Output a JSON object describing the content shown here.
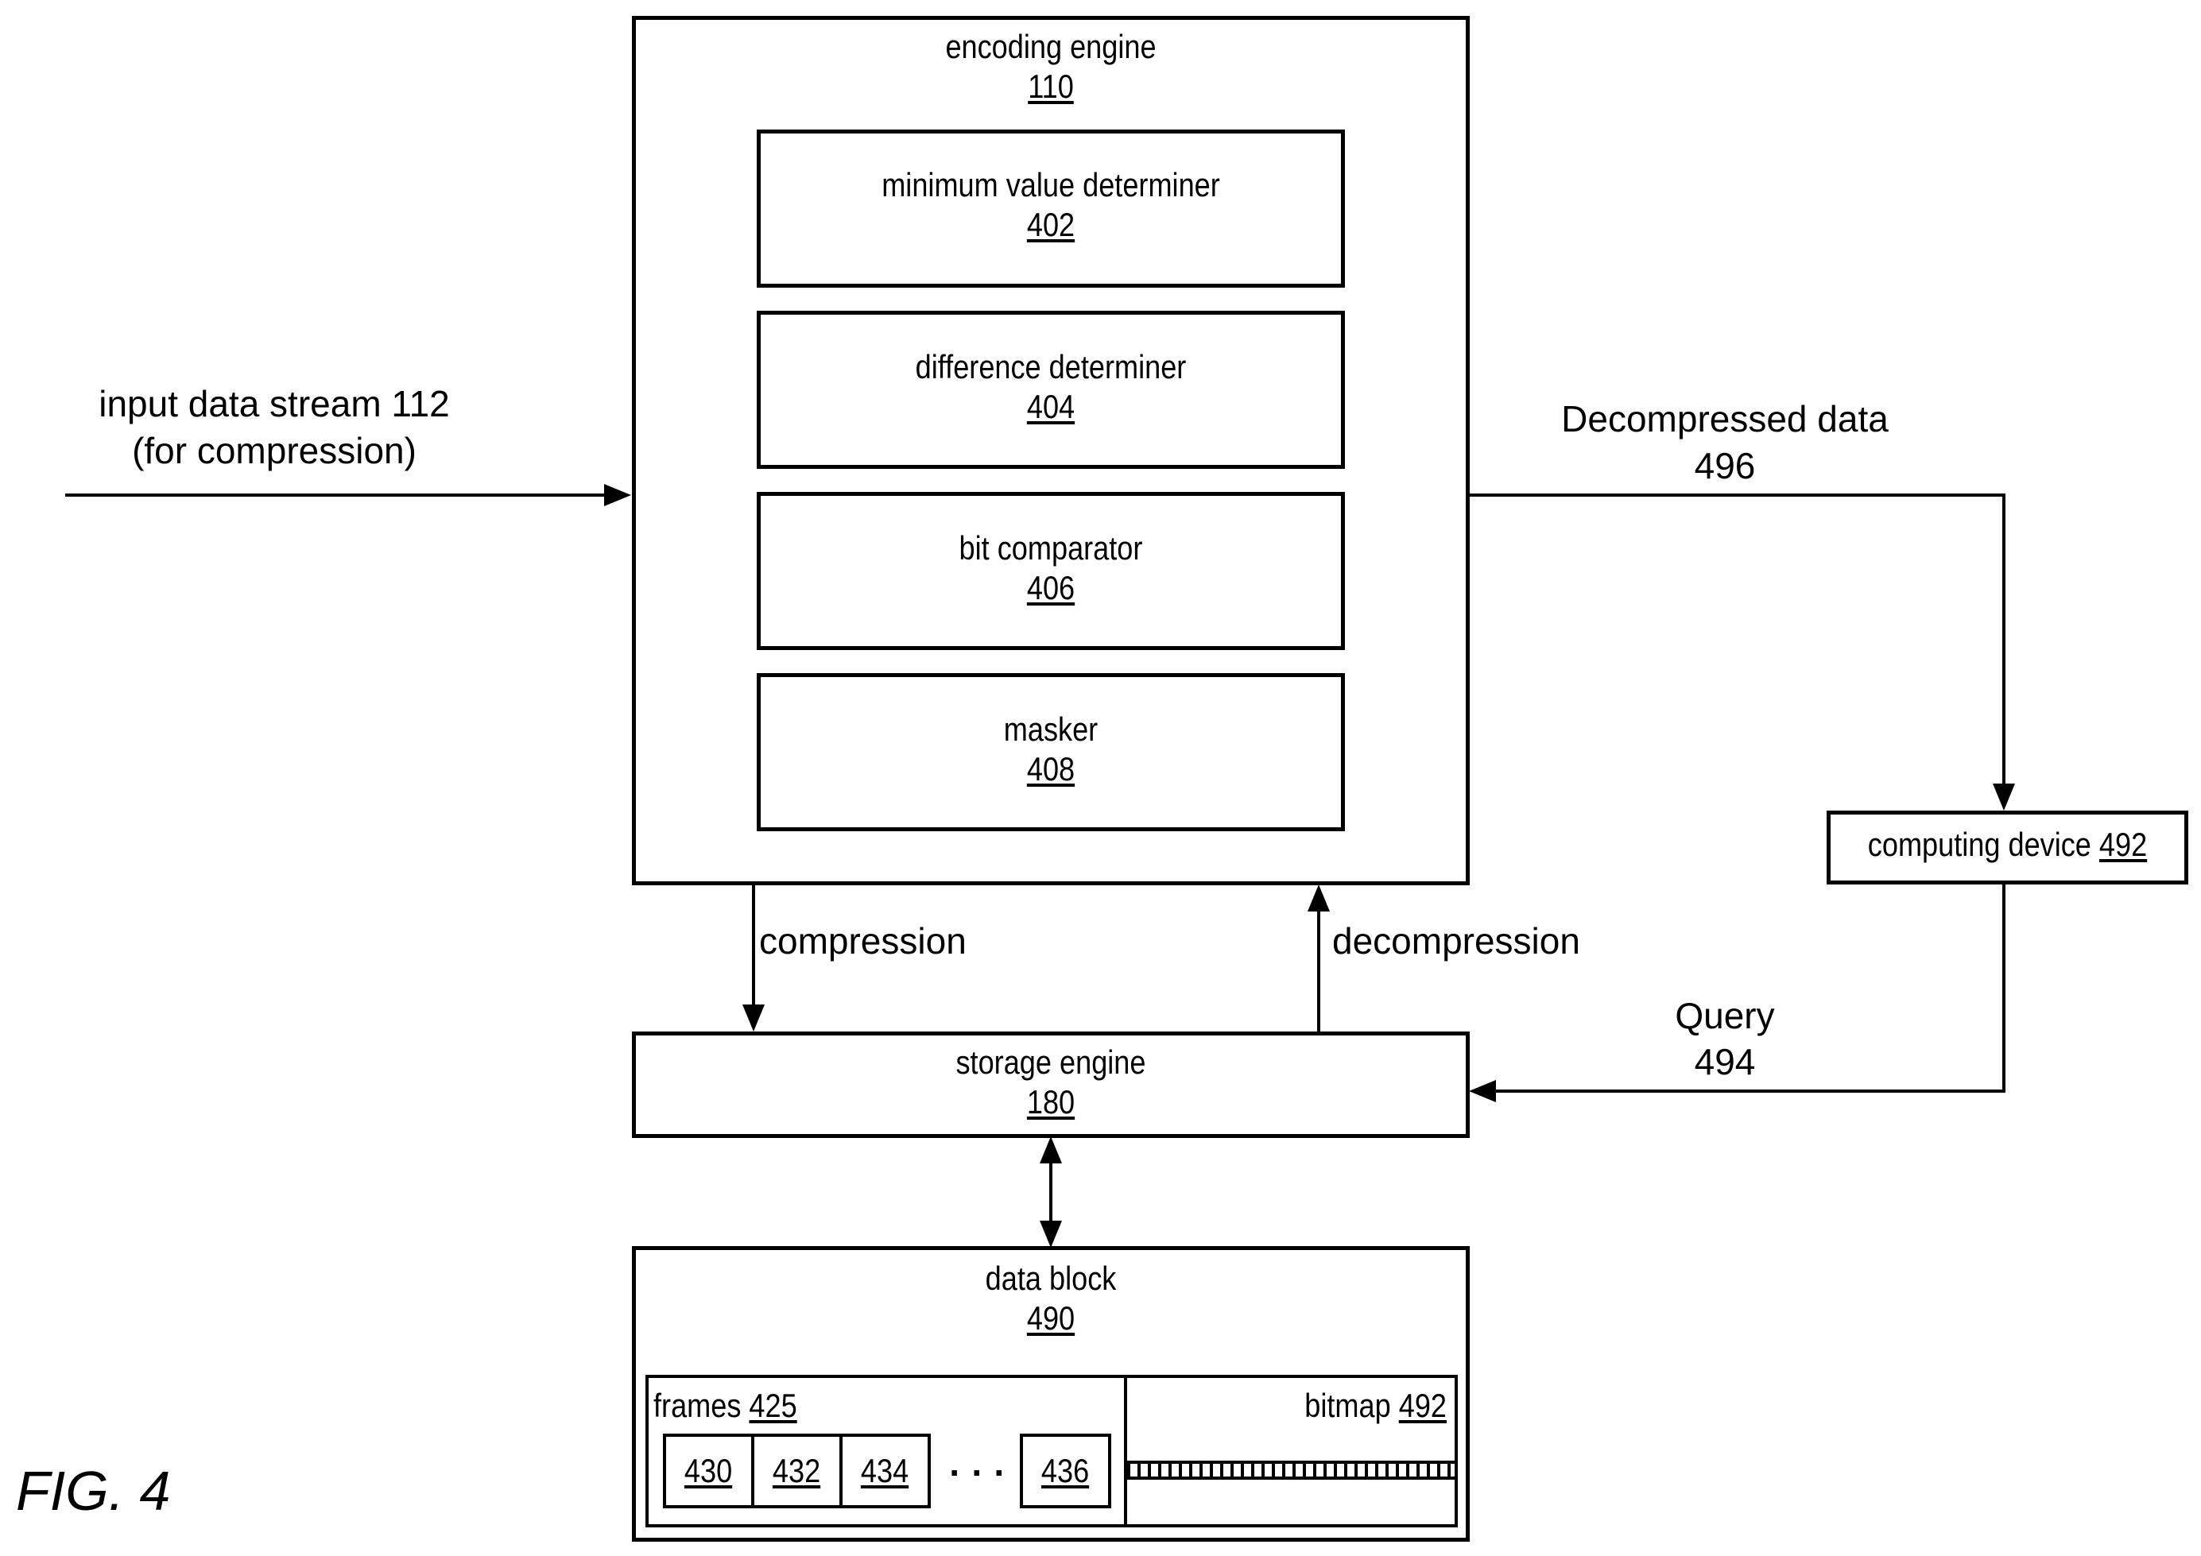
{
  "encoding_engine": {
    "label": "encoding engine",
    "ref": "110"
  },
  "components": [
    {
      "label": "minimum value determiner",
      "ref": "402"
    },
    {
      "label": "difference determiner",
      "ref": "404"
    },
    {
      "label": "bit comparator",
      "ref": "406"
    },
    {
      "label": "masker",
      "ref": "408"
    }
  ],
  "storage_engine": {
    "label": "storage engine",
    "ref": "180"
  },
  "data_block": {
    "label": "data block",
    "ref": "490",
    "frames_label": "frames",
    "frames_ref": "425",
    "frames": [
      "430",
      "432",
      "434",
      "436"
    ],
    "ellipsis": "· · ·",
    "bitmap_label": "bitmap",
    "bitmap_ref": "492"
  },
  "computing_device": {
    "label": "computing device",
    "ref": "492"
  },
  "edges": {
    "input": {
      "line1": "input data stream 112",
      "line2": "(for compression)"
    },
    "decompressed": {
      "line1": "Decompressed data",
      "line2": "496"
    },
    "query": {
      "line1": "Query",
      "line2": "494"
    },
    "compression": "compression",
    "decompression": "decompression"
  },
  "figure_label": "FIG. 4"
}
